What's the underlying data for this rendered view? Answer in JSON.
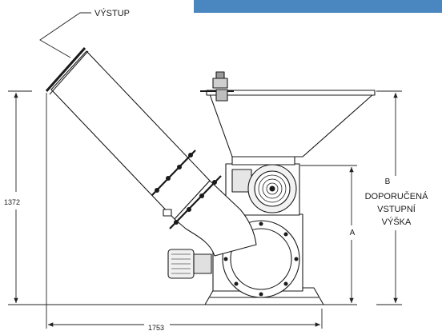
{
  "banner": {
    "color": "#4a86c0"
  },
  "callouts": {
    "outlet": "VÝSTUP",
    "dim_b": "B",
    "recommended_line1": "DOPORUČENÁ",
    "recommended_line2": "VSTUPNÍ",
    "recommended_line3": "VÝŠKA",
    "dim_a": "A"
  },
  "dimensions": {
    "height": "1372",
    "length": "1753"
  },
  "colors": {
    "line": "#1a1a1a",
    "dim": "#222222",
    "fill": "#ffffff",
    "shade": "#d9d9d9",
    "dark": "#333333"
  }
}
